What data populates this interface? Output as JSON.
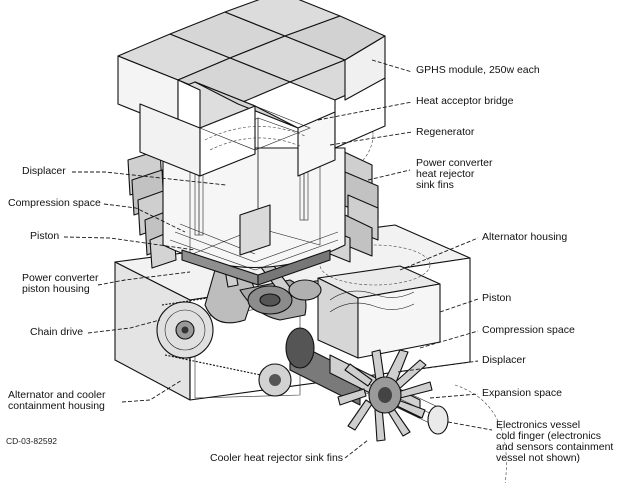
{
  "diagram_id": "CD-03-82592",
  "labels": {
    "gphs_module": "GPHS module, 250w each",
    "heat_acceptor_bridge": "Heat acceptor bridge",
    "regenerator": "Regenerator",
    "power_converter_fins": "Power converter\nheat rejector\nsink fins",
    "alternator_housing": "Alternator housing",
    "piston_right": "Piston",
    "compression_space_right": "Compression space",
    "displacer_right": "Displacer",
    "expansion_space": "Expansion space",
    "electronics_vessel": "Electronics vessel\ncold finger (electronics\nand sensors containment\nvessel not shown)",
    "displacer_left": "Displacer",
    "compression_space_left": "Compression space",
    "piston_left": "Piston",
    "power_converter_piston_housing": "Power converter\npiston housing",
    "chain_drive": "Chain drive",
    "alternator_cooler_housing": "Alternator and cooler\ncontainment housing",
    "cooler_fins": "Cooler heat rejector sink fins"
  },
  "colors": {
    "ink": "#111111",
    "module_top": "#dcdcdc",
    "module_side": "#f4f4f4",
    "fin": "#c8c8c8",
    "metal": "#bdbdbd",
    "dark_metal": "#555555"
  }
}
